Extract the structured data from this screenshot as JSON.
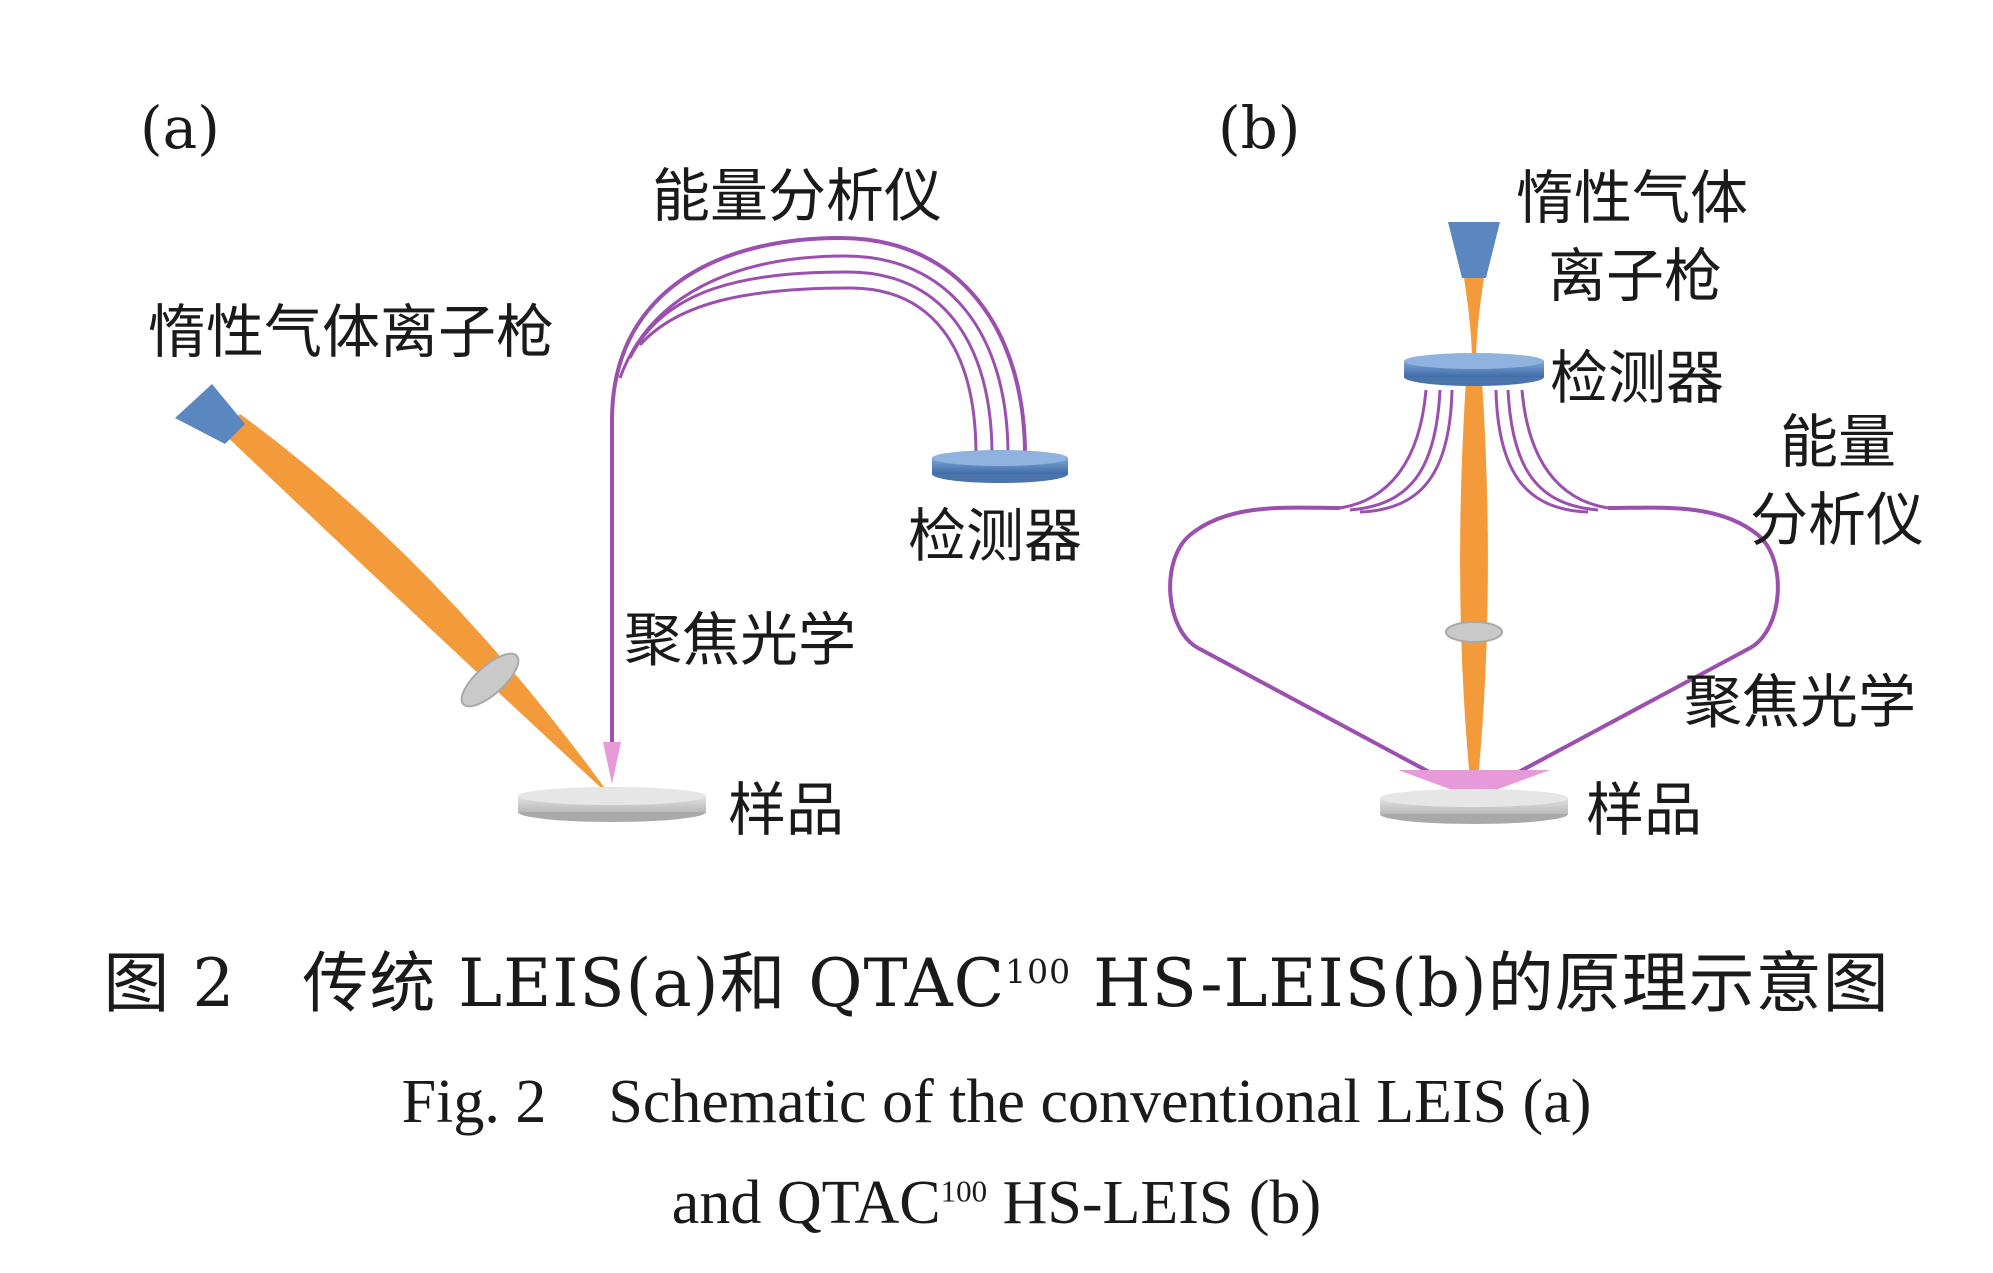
{
  "panel_a": {
    "panel_label": "(a)",
    "ion_gun_label": "惰性气体离子枪",
    "analyzer_label": "能量分析仪",
    "detector_label": "检测器",
    "optics_label": "聚焦光学",
    "sample_label": "样品"
  },
  "panel_b": {
    "panel_label": "(b)",
    "ion_gun_label_line1": "惰性气体",
    "ion_gun_label_line2": "离子枪",
    "detector_label": "检测器",
    "analyzer_label_line1": "能量",
    "analyzer_label_line2": "分析仪",
    "optics_label": "聚焦光学",
    "sample_label": "样品"
  },
  "caption": {
    "cn_prefix": "图 2　传统 LEIS(a)和 QTAC",
    "cn_sup": "100",
    "cn_suffix": " HS-LEIS(b)的原理示意图",
    "en_line1": "Fig. 2　Schematic of the conventional LEIS (a)",
    "en_line2_prefix": "and QTAC",
    "en_line2_sup": "100",
    "en_line2_suffix": " HS-LEIS (b)"
  },
  "colors": {
    "gun": "#5b87c0",
    "beam": "#f39a3a",
    "trajectory": "#9b4fae",
    "lens": "#c9c9c9",
    "sample": "#cfcfcf",
    "impact": "#e79ad8"
  }
}
